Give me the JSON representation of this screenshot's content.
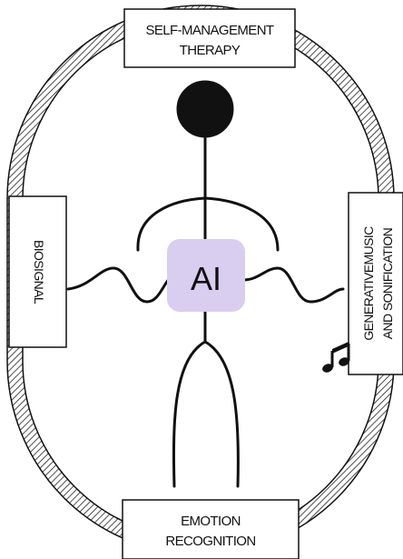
{
  "diagram": {
    "center": {
      "label": "AI"
    },
    "boxes": {
      "top": {
        "line1": "SELF-MANAGEMENT",
        "line2": "THERAPY"
      },
      "left": {
        "line1": "BIOSIGNAL"
      },
      "right": {
        "line1": "GENERATIVEMUSIC",
        "line2": "AND SONIFICATION"
      },
      "bottom": {
        "line1": "EMOTION",
        "line2": "RECOGNITION"
      }
    },
    "icons": {
      "figure": "stick-figure",
      "music": "music-note-icon",
      "ring": "hatched-ring"
    },
    "colors": {
      "ai_fill": "#d9cdf0",
      "ring_hatch": "#222222",
      "ink": "#111111"
    }
  }
}
